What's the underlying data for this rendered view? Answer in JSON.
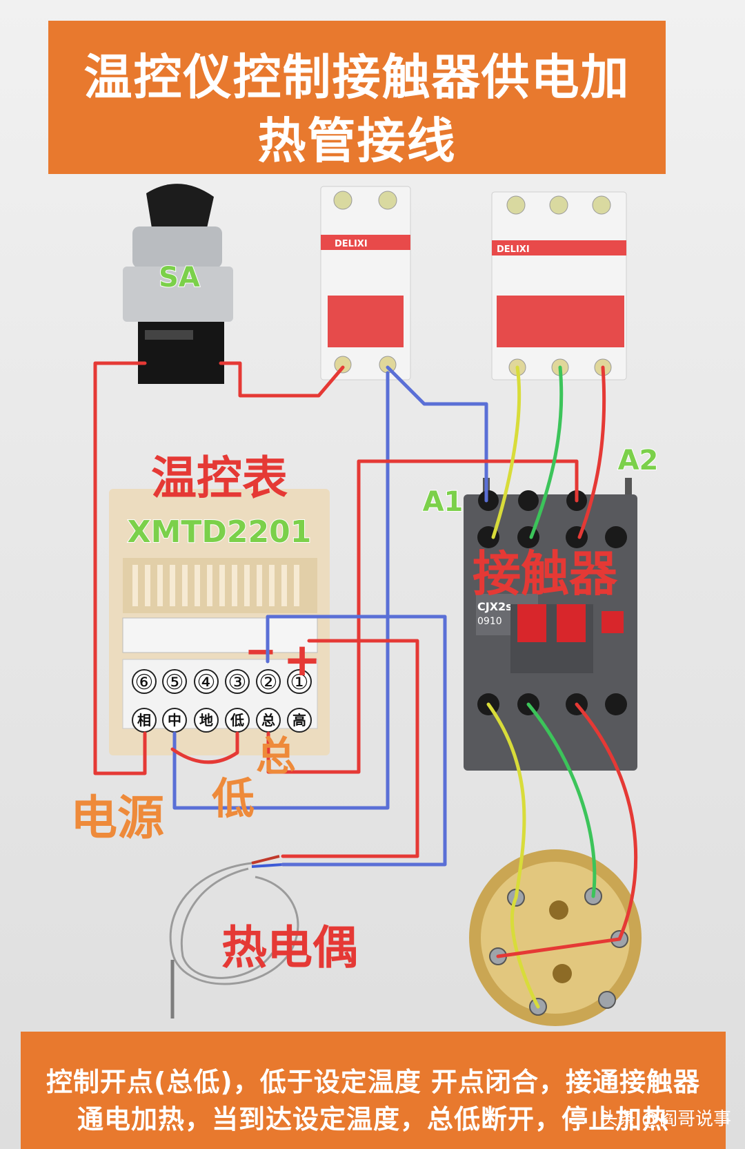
{
  "title": {
    "line1": "温控仪控制接触器供电加",
    "line2": "热管接线"
  },
  "labels": {
    "switch": "SA",
    "meter_title": "温控表",
    "meter_model": "XMTD2201",
    "contactor": "接触器",
    "contactor_model": "CJX2s",
    "contactor_sub": "0910",
    "a1": "A1",
    "a2": "A2",
    "power": "电源",
    "low": "低",
    "total": "总",
    "thermocouple": "热电偶",
    "minus": "−",
    "plus": "+",
    "breaker_brand": "DELIXI"
  },
  "terminals": {
    "numbers": [
      "⑥",
      "⑤",
      "④",
      "③",
      "②",
      "①"
    ],
    "names": [
      "相",
      "中",
      "地",
      "低",
      "总",
      "高"
    ]
  },
  "footer": {
    "line1": "控制开点(总低)，低于设定温度 开点闭合，接通接触器",
    "line2": "通电加热，当到达设定温度，总低断开，停止加热"
  },
  "watermark": "头条 @阎哥说事",
  "colors": {
    "banner": "#e8792e",
    "wire_red": "#e53935",
    "wire_blue": "#5a6fd6",
    "wire_yellow": "#d8dc3a",
    "wire_green": "#3cc45a",
    "label_red": "#e53935",
    "label_green": "#7bd04a"
  }
}
